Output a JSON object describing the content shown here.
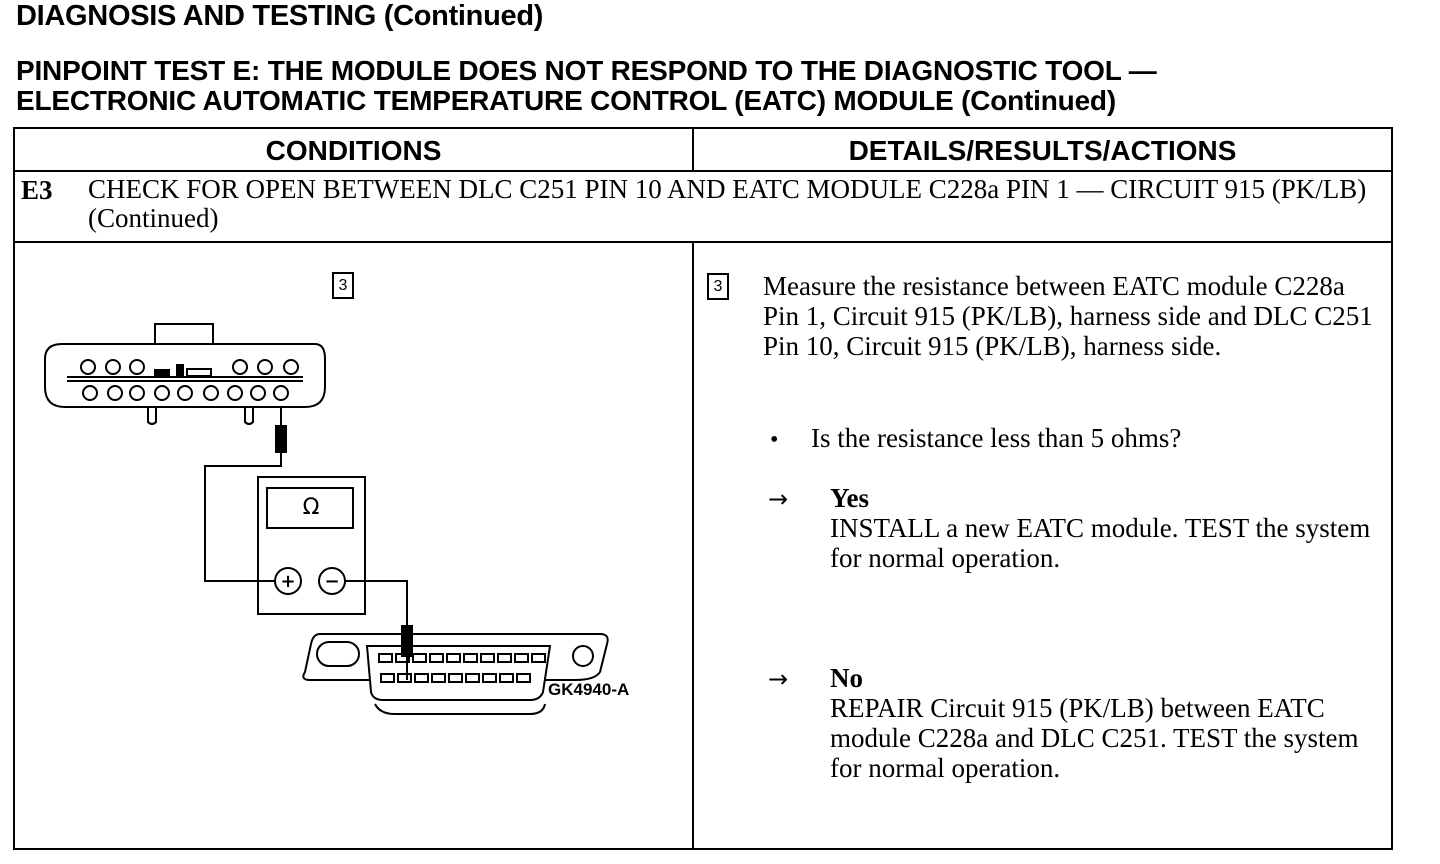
{
  "page": {
    "title": "DIAGNOSIS AND TESTING (Continued)",
    "subtitle_line1": "PINPOINT TEST E: THE MODULE DOES NOT RESPOND TO THE DIAGNOSTIC TOOL —",
    "subtitle_line2": "ELECTRONIC AUTOMATIC TEMPERATURE CONTROL (EATC) MODULE (Continued)"
  },
  "table": {
    "col_conditions": "CONDITIONS",
    "col_details": "DETAILS/RESULTS/ACTIONS",
    "step_id": "E3",
    "step_title": "CHECK FOR OPEN BETWEEN DLC C251 PIN 10 AND EATC MODULE C228a PIN 1 — CIRCUIT 915 (PK/LB) (Continued)"
  },
  "diagram": {
    "step_marker": "3",
    "meter_symbol": "Ω",
    "plus_symbol": "+",
    "minus_symbol": "−",
    "figure_id": "GK4940-A",
    "icons": [
      "eatc-connector-icon",
      "multimeter-icon",
      "dlc-connector-icon"
    ]
  },
  "details": {
    "step_marker": "3",
    "measure_text": "Measure the resistance between EATC module C228a Pin 1, Circuit 915 (PK/LB), harness side and DLC C251 Pin 10, Circuit 915 (PK/LB), harness side.",
    "bullet": "•",
    "question": "Is the resistance less than 5 ohms?",
    "arrow": "→",
    "yes_label": "Yes",
    "yes_action": "INSTALL a new EATC module. TEST the system for normal operation.",
    "no_label": "No",
    "no_action": "REPAIR Circuit 915 (PK/LB) between EATC module C228a and DLC C251. TEST the system for normal operation."
  }
}
